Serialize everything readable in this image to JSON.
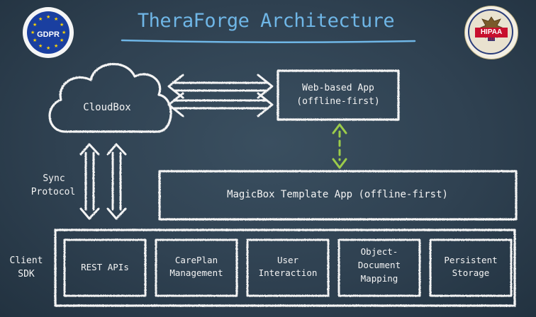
{
  "title": "TheraForge Architecture",
  "badges": {
    "gdpr": "GDPR",
    "hipaa": "HIPAA"
  },
  "cloud": "CloudBox",
  "web_app": [
    "Web-based App",
    "(offline-first)"
  ],
  "sync_label": [
    "Sync",
    "Protocol"
  ],
  "template_app": "MagicBox Template App (offline-first)",
  "client_sdk_label": [
    "Client",
    "SDK"
  ],
  "sdk_modules": [
    [
      "REST APIs"
    ],
    [
      "CarePlan",
      "Management"
    ],
    [
      "User",
      "Interaction"
    ],
    [
      "Object-",
      "Document",
      "Mapping"
    ],
    [
      "Persistent",
      "Storage"
    ]
  ],
  "colors": {
    "board": "#2f4151",
    "chalk": "#f4f4f4",
    "title": "#6fb6e6",
    "dashed_arrow": "#9ccc4a",
    "gdpr_blue": "#1a3fa0",
    "gdpr_star": "#ffd400",
    "hipaa_red": "#c8102e"
  },
  "icons": {
    "gdpr": "gdpr-eu-stars-badge",
    "hipaa": "hipaa-eagle-seal"
  }
}
